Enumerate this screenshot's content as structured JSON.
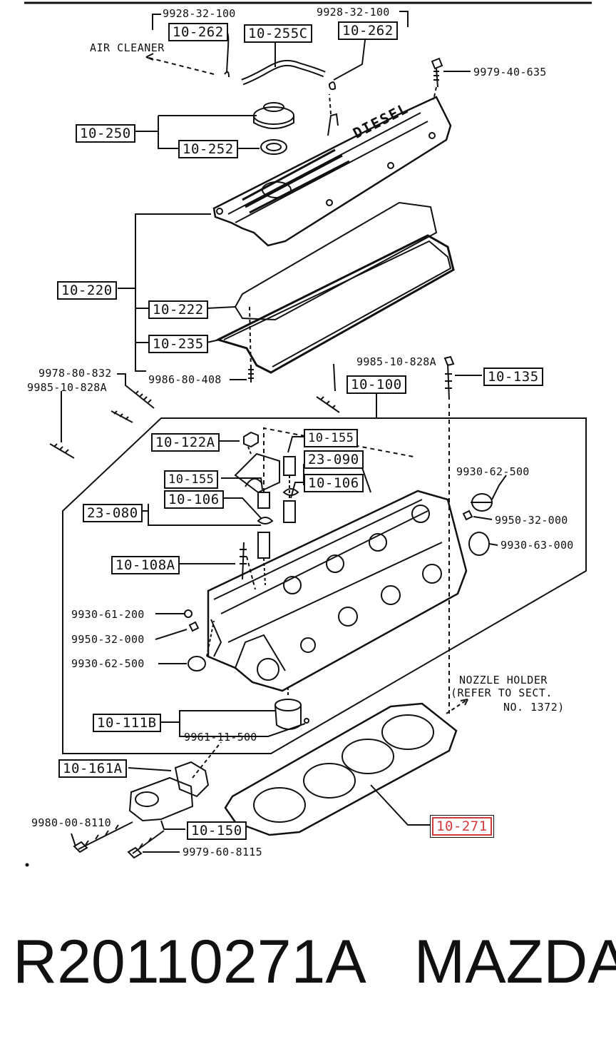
{
  "diagram": {
    "boxed_labels": {
      "b_10_262_left": "10-262",
      "b_10_255c": "10-255C",
      "b_10_262_right": "10-262",
      "b_10_250": "10-250",
      "b_10_252": "10-252",
      "b_10_220": "10-220",
      "b_10_222": "10-222",
      "b_10_235": "10-235",
      "b_10_100": "10-100",
      "b_10_135": "10-135",
      "b_10_122a": "10-122A",
      "b_10_155_a": "10-155",
      "b_23_090": "23-090",
      "b_10_106_a": "10-106",
      "b_10_155_b": "10-155",
      "b_10_106_b": "10-106",
      "b_23_080": "23-080",
      "b_10_108a": "10-108A",
      "b_10_111b": "10-111B",
      "b_10_161a": "10-161A",
      "b_10_150": "10-150",
      "b_10_271": "10-271"
    },
    "part_numbers": {
      "p_9928_left": "9928-32-100",
      "p_9928_right": "9928-32-100",
      "p_9979_40_635": "9979-40-635",
      "p_9978_80_832": "9978-80-832",
      "p_9985_10_828a_left": "9985-10-828A",
      "p_9986_80_408": "9986-80-408",
      "p_9985_10_828a_top": "9985-10-828A",
      "p_9930_62_500_right": "9930-62-500",
      "p_9950_32_000_right": "9950-32-000",
      "p_9930_63_000": "9930-63-000",
      "p_9930_61_200": "9930-61-200",
      "p_9950_32_000_left": "9950-32-000",
      "p_9930_62_500_left": "9930-62-500",
      "p_9961_11_500": "9961-11-500",
      "p_9980_00_8110": "9980-00-8110",
      "p_9979_60_8115": "9979-60-8115"
    },
    "notes": {
      "air_cleaner": "AIR CLEANER",
      "nozzle_line1": "NOZZLE HOLDER",
      "nozzle_line2": "(REFER TO SECT.",
      "nozzle_line3": "NO. 1372)",
      "cover_text": "DIESEL"
    },
    "highlight_color": "#d13a3a"
  },
  "footer": {
    "part_code": "R20110271A",
    "brand": "MAZDA"
  }
}
